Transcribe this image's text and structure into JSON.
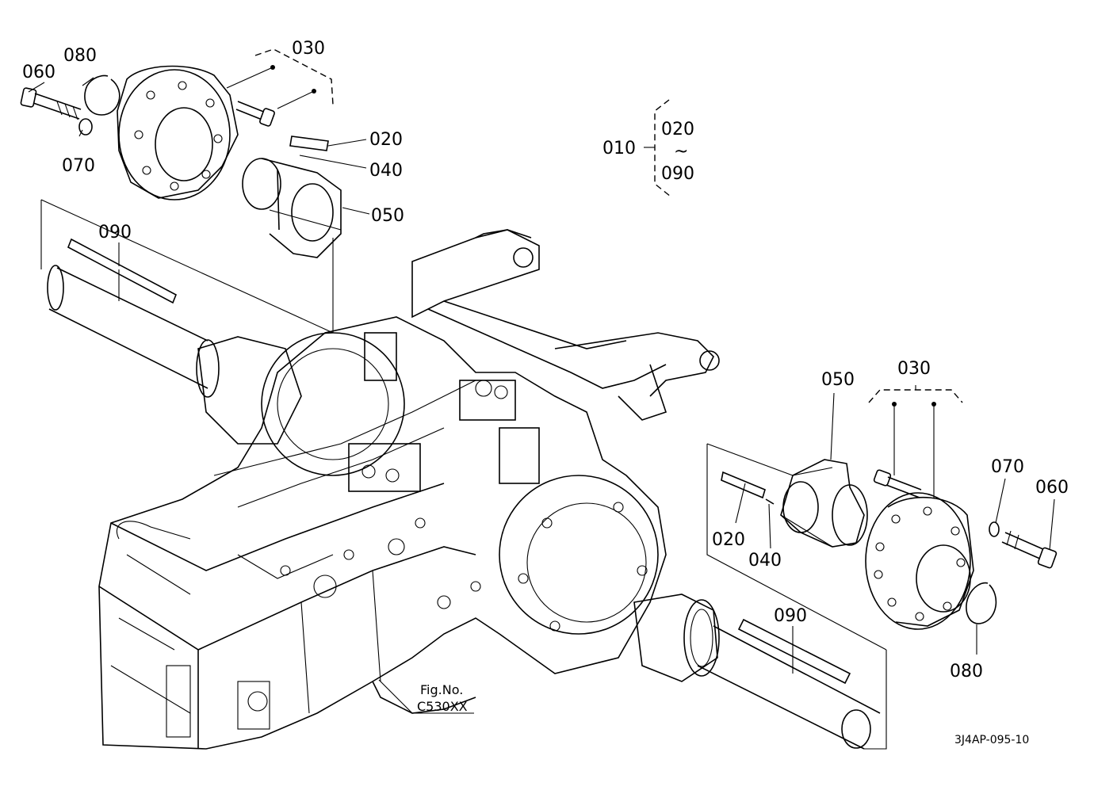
{
  "callouts": {
    "left_060": "060",
    "left_080": "080",
    "left_070": "070",
    "left_030": "030",
    "left_020": "020",
    "left_040": "040",
    "left_050": "050",
    "left_090": "090",
    "right_050": "050",
    "right_030": "030",
    "right_070": "070",
    "right_060": "060",
    "right_020": "020",
    "right_040": "040",
    "right_080": "080",
    "right_090": "090"
  },
  "assembly_note": {
    "assembly": "010",
    "range_start": "020",
    "range_tilde": "~",
    "range_end": "090"
  },
  "figure_reference": {
    "label": "Fig.No.",
    "code": "C530XX"
  },
  "drawing_code": "3J4AP-095-10"
}
